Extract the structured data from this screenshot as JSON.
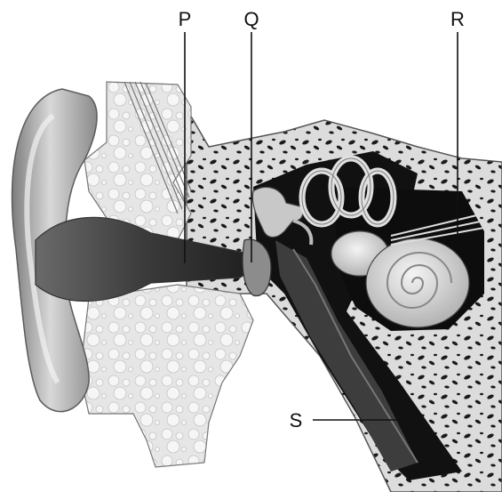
{
  "labels": {
    "p": "P",
    "q": "Q",
    "r": "R",
    "s": "S"
  },
  "colors": {
    "bone_fill": "#d9d9d9",
    "cavity": "#111111",
    "skin": "#9a9a9a",
    "canal": "#2c2c2c",
    "background": "#ffffff"
  }
}
